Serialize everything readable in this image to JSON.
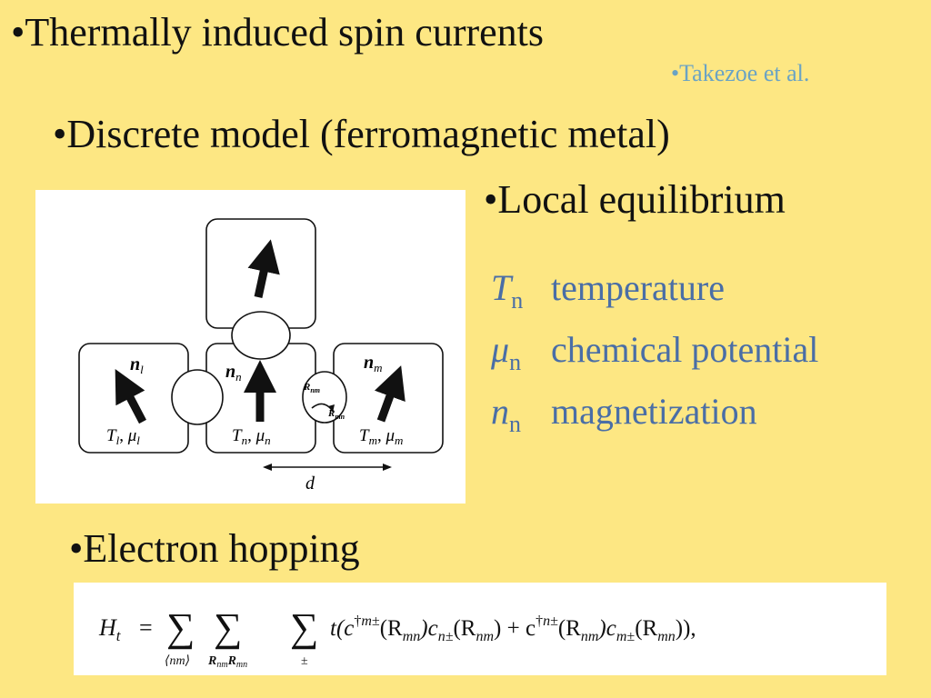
{
  "slide": {
    "title": "•Thermally induced spin currents",
    "citation": "•Takezoe et al.",
    "discrete_model": "•Discrete model (ferromagnetic metal)",
    "local_equilibrium": "•Local equilibrium",
    "electron_hopping": "•Electron hopping"
  },
  "definitions": [
    {
      "symbol": "T",
      "sub": "n",
      "meaning": "temperature"
    },
    {
      "symbol": "μ",
      "sub": "n",
      "meaning": "chemical potential"
    },
    {
      "symbol": "n",
      "sub": "n",
      "meaning": "magnetization"
    }
  ],
  "diagram": {
    "label_nl": "n",
    "label_nl_sub": "l",
    "label_nn": "n",
    "label_nn_sub": "n",
    "label_nm": "n",
    "label_nm_sub": "m",
    "label_Rnm": "R",
    "label_Rnm_sub": "nm",
    "label_Rmn": "R",
    "label_Rmn_sub": "mn",
    "cell_l_T": "T",
    "cell_l_T_sub": "l",
    "cell_l_mu": "μ",
    "cell_l_mu_sub": "l",
    "cell_n_T": "T",
    "cell_n_T_sub": "n",
    "cell_n_mu": "μ",
    "cell_n_mu_sub": "n",
    "cell_m_T": "T",
    "cell_m_T_sub": "m",
    "cell_m_mu": "μ",
    "cell_m_mu_sub": "m",
    "distance_label": "d",
    "comma": ", "
  },
  "equation": {
    "lhs": "H",
    "lhs_sub": "t",
    "equals": "=",
    "sum1_sub": "⟨nm⟩",
    "sum2_sub": "R",
    "sum2_sub_a": "nm",
    "sum2_sub_b": "mn",
    "sum3_sub": "±",
    "body_a": "t(c",
    "dagger": "†",
    "sub_a": "m±",
    "arg1": "(R",
    "arg1_sub": "mn",
    "c2": ")c",
    "c2_sub": "n±",
    "arg2": "(R",
    "arg2_sub": "nm",
    "plus": ") + c",
    "sub_b": "n±",
    "arg3": "(R",
    "arg3_sub": "nm",
    "c4": ")c",
    "c4_sub": "m±",
    "arg4": "(R",
    "arg4_sub": "mn",
    "tail": ")),",
    "sigma": "∑"
  },
  "colors": {
    "background": "#fde783",
    "definition_text": "#4a6ea6",
    "citation_text": "#6aa3c4"
  }
}
